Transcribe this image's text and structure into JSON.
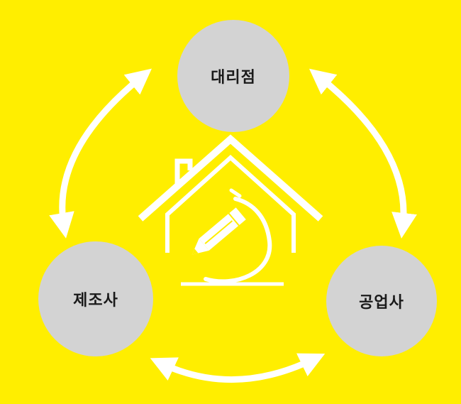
{
  "nodes": {
    "top": {
      "label": "대리점"
    },
    "left": {
      "label": "제조사"
    },
    "right": {
      "label": "공업사"
    }
  },
  "center_icon": "house-with-pencil-icon",
  "colors": {
    "background": "#FFEE00",
    "node_fill": "#D3D3D3",
    "arrow": "#FFFFFF",
    "text": "#1a1a1a"
  }
}
